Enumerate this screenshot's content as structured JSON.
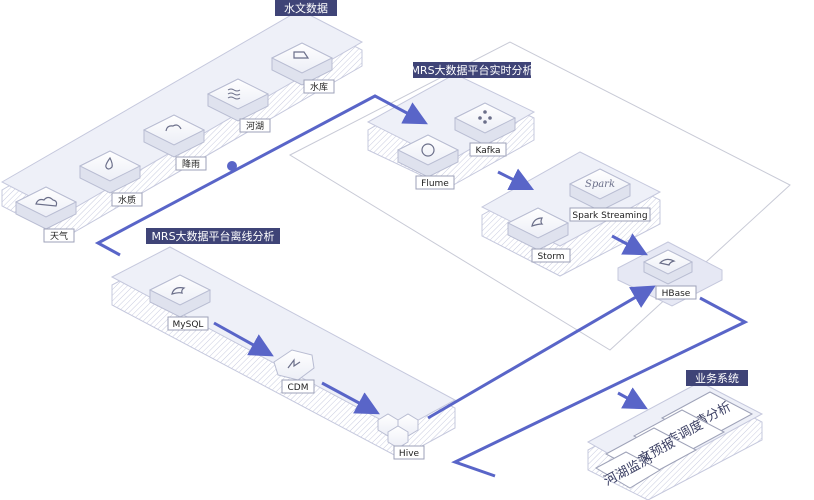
{
  "sections": {
    "hydrology": "水文数据",
    "realtime": "MRS大数据平台实时分析",
    "offline": "MRS大数据平台离线分析",
    "business": "业务系统"
  },
  "nodes": {
    "weather": "天气",
    "water_quality": "水质",
    "rainfall": "降雨",
    "river": "河湖",
    "reservoir": "水库",
    "flume": "Flume",
    "kafka": "Kafka",
    "spark_streaming": "Spark Streaming",
    "spark_logo": "Spark",
    "storm": "Storm",
    "hbase": "HBase",
    "mysql": "MySQL",
    "cdm": "CDM",
    "hive": "Hive"
  },
  "business_items": [
    "雨情分析",
    "水库调度",
    "水文预报",
    "河湖监测"
  ],
  "colors": {
    "title_bg": "#3f4477",
    "flow": "#5965c8",
    "container_fill": "#eef0f8",
    "container_stroke": "#c5c8dd"
  }
}
